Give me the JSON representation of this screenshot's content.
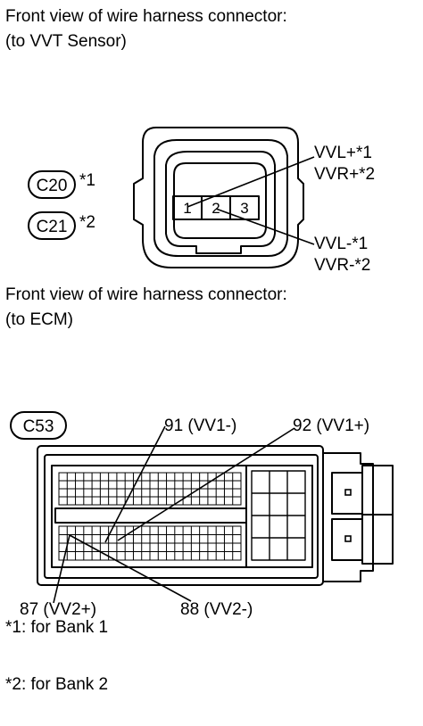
{
  "vvt_connector": {
    "heading_line1": "Front view of wire harness connector:",
    "heading_line2": "(to VVT Sensor)",
    "codes": [
      {
        "code": "C20",
        "note": "*1"
      },
      {
        "code": "C21",
        "note": "*2"
      }
    ],
    "pins": [
      "1",
      "2",
      "3"
    ],
    "labels": {
      "pin1_line1": "VVL+*1",
      "pin1_line2": "VVR+*2",
      "pin2_line1": "VVL-*1",
      "pin2_line2": "VVR-*2"
    }
  },
  "ecm_connector": {
    "heading_line1": "Front view of wire harness connector:",
    "heading_line2": "(to ECM)",
    "code": "C53",
    "labels": {
      "pin91": "91 (VV1-)",
      "pin92": "92 (VV1+)",
      "pin87": "87 (VV2+)",
      "pin88": "88 (VV2-)"
    }
  },
  "footnotes": {
    "note1": "*1: for Bank 1",
    "note2": "*2: for Bank 2"
  }
}
